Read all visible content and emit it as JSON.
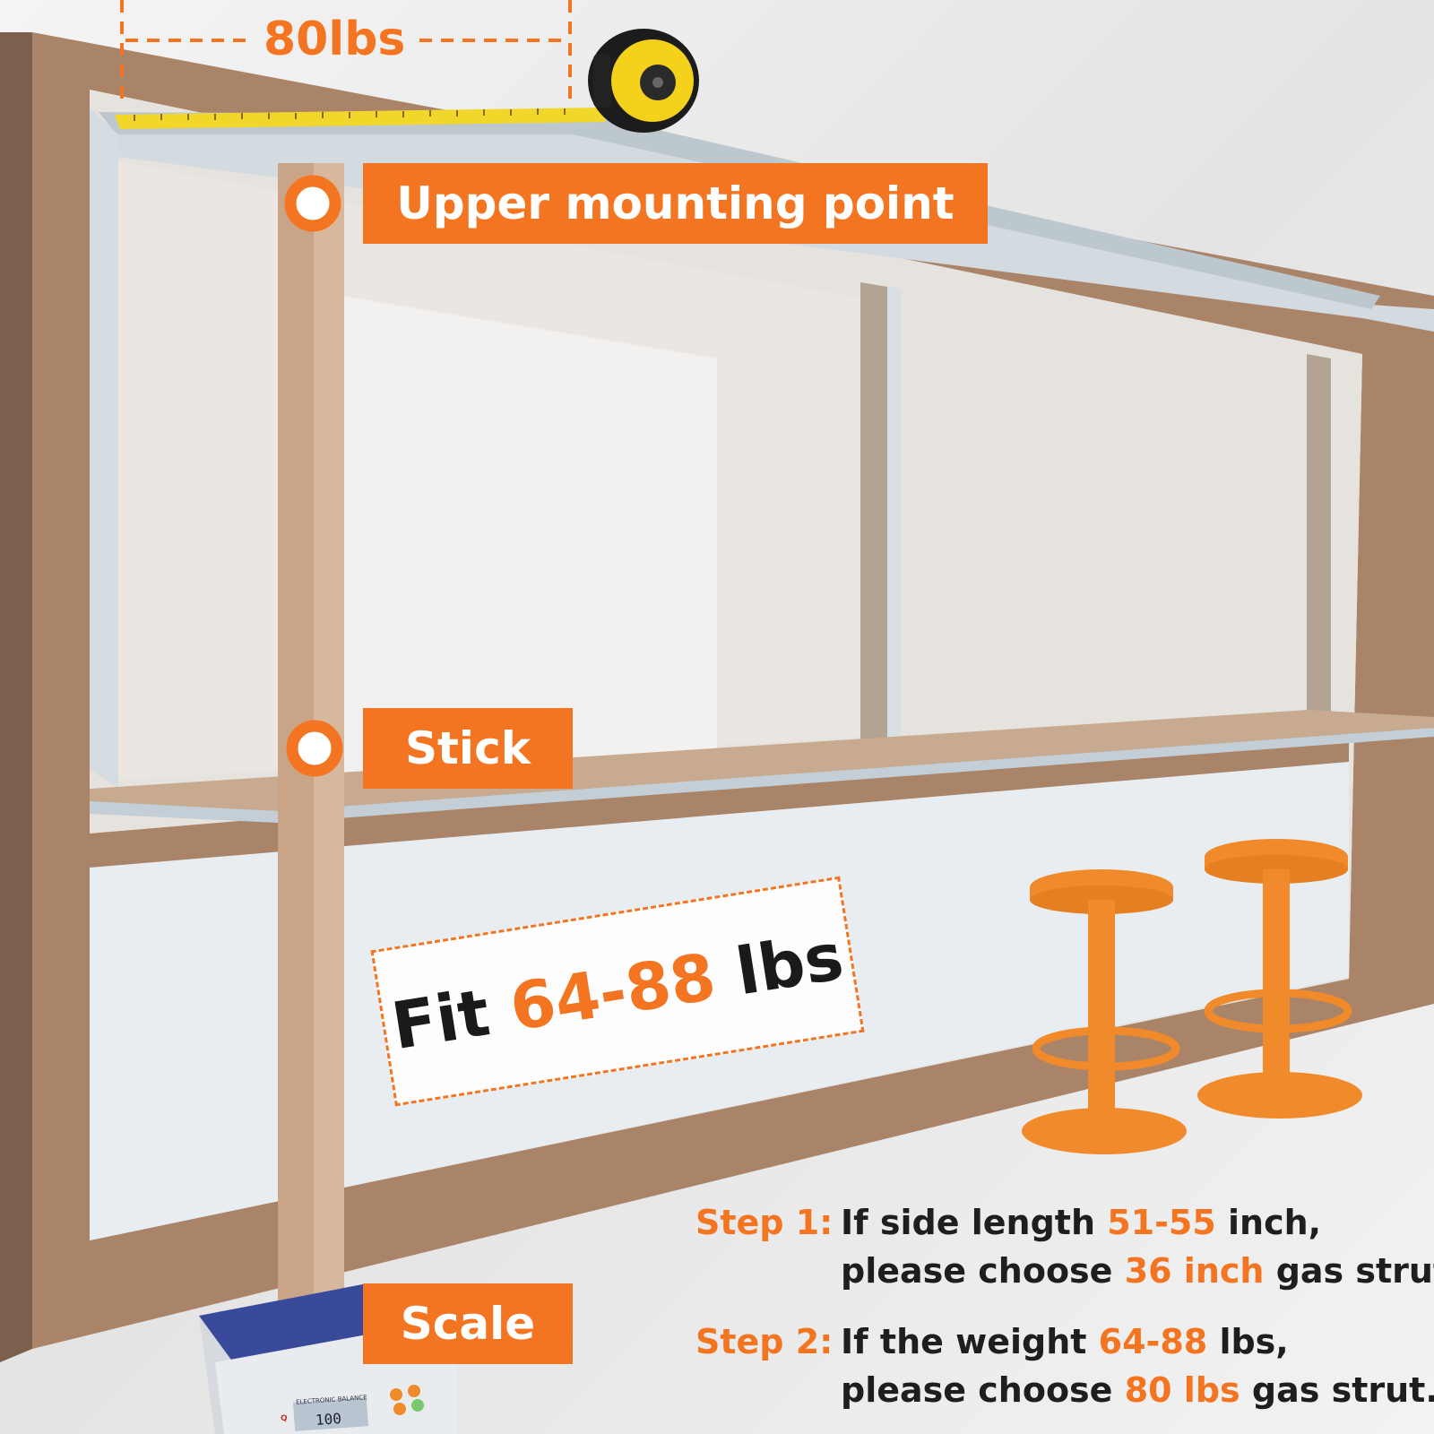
{
  "measure": {
    "weight_label": "80lbs"
  },
  "labels": {
    "upper": "Upper mounting point",
    "stick": "Stick",
    "scale": "Scale"
  },
  "fit": {
    "prefix": "Fit",
    "range": "64-88",
    "unit": "lbs"
  },
  "steps": [
    {
      "tag": "Step 1:",
      "line1": {
        "a": "If side length ",
        "b": "51-55",
        "c": " inch,"
      },
      "line2": {
        "a": "please choose ",
        "b": "36 inch",
        "c": " gas strut."
      }
    },
    {
      "tag": "Step 2:",
      "line1": {
        "a": "If the weight ",
        "b": "64-88",
        "c": " lbs,"
      },
      "line2": {
        "a": "please choose ",
        "b": "80 lbs",
        "c": " gas strut."
      }
    }
  ],
  "scale_device": {
    "brand": "Q",
    "title": "ELECTRONIC BALANCE",
    "reading": "100"
  },
  "colors": {
    "accent": "#f37521",
    "frame": "#a98468",
    "frame_dark": "#7c5f4d",
    "stick": "#c9a486",
    "stool": "#f08a2b"
  }
}
